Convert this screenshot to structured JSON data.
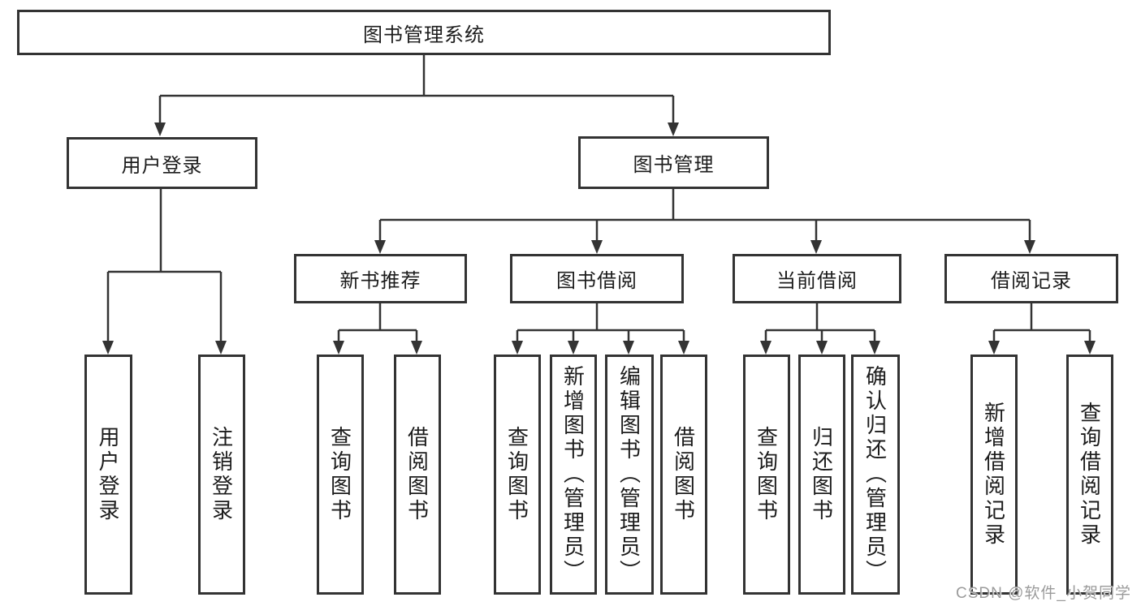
{
  "tree": {
    "root": {
      "label": "图书管理系统",
      "children": [
        {
          "label": "用户登录",
          "children": [
            {
              "label": "用户登录"
            },
            {
              "label": "注销登录"
            }
          ]
        },
        {
          "label": "图书管理",
          "children": [
            {
              "label": "新书推荐",
              "children": [
                {
                  "label": "查询图书"
                },
                {
                  "label": "借阅图书"
                }
              ]
            },
            {
              "label": "图书借阅",
              "children": [
                {
                  "label": "查询图书"
                },
                {
                  "label": "新增图书（管理员）"
                },
                {
                  "label": "编辑图书（管理员）"
                },
                {
                  "label": "借阅图书"
                }
              ]
            },
            {
              "label": "当前借阅",
              "children": [
                {
                  "label": "查询图书"
                },
                {
                  "label": "归还图书"
                },
                {
                  "label": "确认归还（管理员）"
                }
              ]
            },
            {
              "label": "借阅记录",
              "children": [
                {
                  "label": "新增借阅记录"
                },
                {
                  "label": "查询借阅记录"
                }
              ]
            }
          ]
        }
      ]
    }
  },
  "watermark": {
    "text": "CSDN @软件_小贺同学"
  },
  "colors": {
    "line": "#333333",
    "box_border": "#333333",
    "text": "#1c1c1c",
    "watermark": "#9b9b9b",
    "background": "#ffffff"
  }
}
